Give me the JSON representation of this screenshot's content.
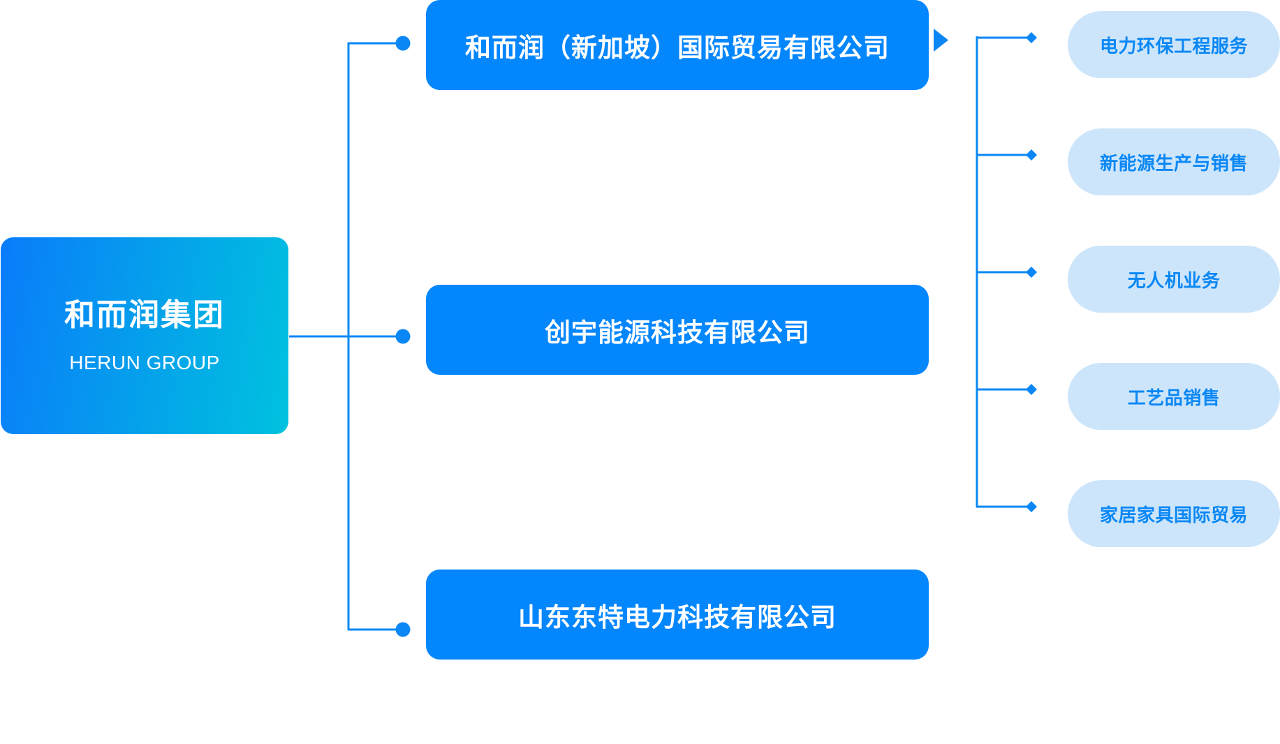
{
  "group": {
    "name": "和而润集团",
    "subtitle": "HERUN GROUP"
  },
  "companies": [
    {
      "name": "和而润（新加坡）国际贸易有限公司",
      "has_expand_arrow": true
    },
    {
      "name": "创宇能源科技有限公司",
      "has_expand_arrow": false
    },
    {
      "name": "山东东特电力科技有限公司",
      "has_expand_arrow": false
    }
  ],
  "business_lines": [
    "电力环保工程服务",
    "新能源生产与销售",
    "无人机业务",
    "工艺品销售",
    "家居家具国际贸易"
  ],
  "colors": {
    "primary": "#0486fd",
    "connector": "#0a87f5",
    "pill_bg": "#cce5fb",
    "pill_text": "#0a87f5",
    "group_gradient_start": "#0a7cfb",
    "group_gradient_end": "#00c2df"
  }
}
